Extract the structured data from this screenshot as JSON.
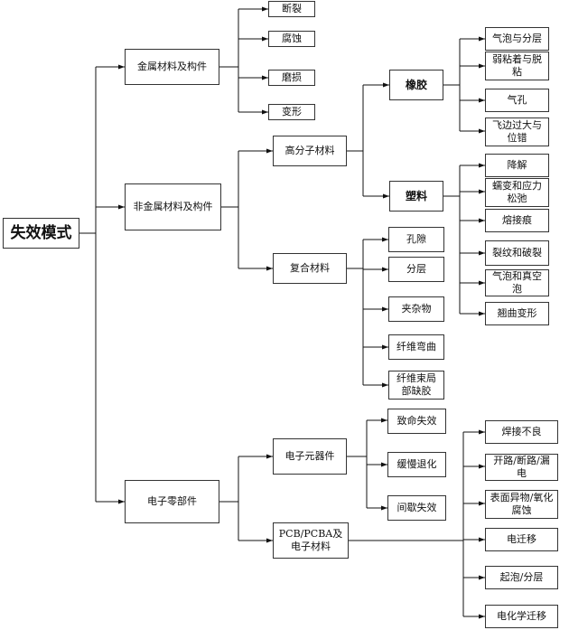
{
  "root": "失效模式",
  "metal": {
    "label": "金属材料及构件",
    "children": [
      "断裂",
      "腐蚀",
      "磨损",
      "变形"
    ]
  },
  "nonmetal": {
    "label": "非金属材料及构件",
    "polymer": {
      "label": "高分子材料",
      "rubber": {
        "label": "橡胶",
        "children": [
          "气泡与分层",
          "弱粘着与脱粘",
          "气孔",
          "飞边过大与位错"
        ]
      },
      "plastic": {
        "label": "塑料",
        "children": [
          "降解",
          "蠕变和应力松弛",
          "熔接痕",
          "裂纹和破裂",
          "气泡和真空泡",
          "翘曲变形"
        ]
      }
    },
    "composite": {
      "label": "复合材料",
      "children": [
        "孔隙",
        "分层",
        "夹杂物",
        "纤维弯曲",
        "纤维束局部缺胶"
      ]
    }
  },
  "electronic": {
    "label": "电子零部件",
    "components": {
      "label": "电子元器件",
      "children": [
        "致命失效",
        "缓慢退化",
        "间歇失效"
      ]
    },
    "pcb": {
      "label": "PCB/PCBA及电子材料",
      "children": [
        "焊接不良",
        "开路/断路/漏电",
        "表面异物/氧化腐蚀",
        "电迁移",
        "起泡/分层",
        "电化学迁移"
      ]
    }
  }
}
